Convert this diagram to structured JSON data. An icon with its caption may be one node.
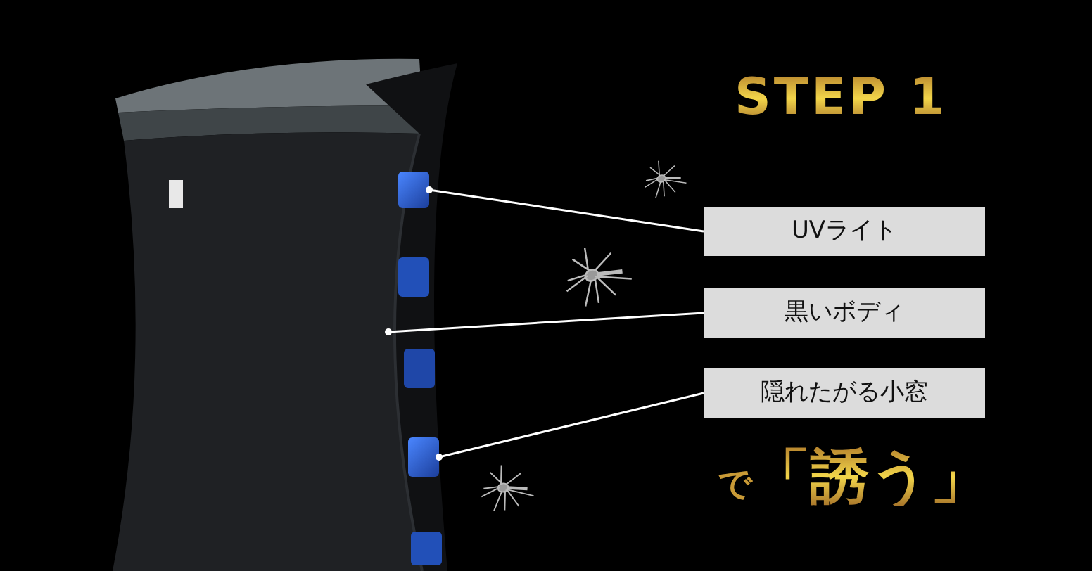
{
  "diagram": {
    "title": "STEP 1",
    "nodes": [
      {
        "text": [
          "UVライト"
        ]
      },
      {
        "text": [
          "黒いボディ"
        ]
      },
      {
        "text": [
          "隠れたがる小窓"
        ]
      },
      {
        "text": [],
        "shape": "picture"
      },
      {
        "text": [],
        "shape": "picture"
      }
    ],
    "edges": [
      {
        "from": 0,
        "to": 3,
        "arrow": "other"
      },
      {
        "from": 1,
        "to": null,
        "arrow": "other"
      },
      {
        "from": 2,
        "to": 4,
        "arrow": "other"
      }
    ],
    "labels": [
      "で",
      "「誘う」"
    ]
  }
}
